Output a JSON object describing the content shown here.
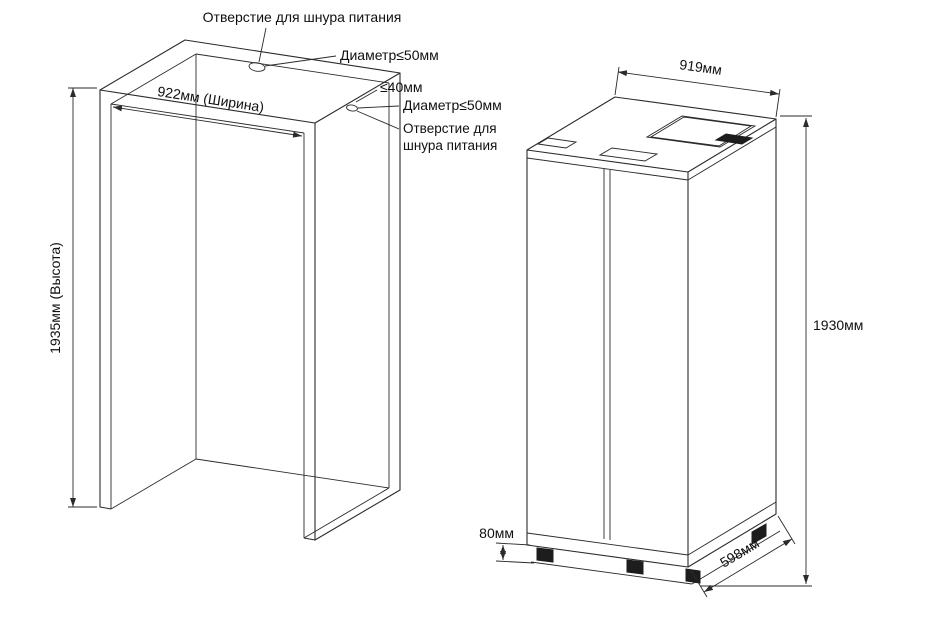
{
  "page": {
    "background": "#ffffff",
    "line_color": "#2b2b2b",
    "text_color": "#101010"
  },
  "niche": {
    "annotations": {
      "cord_hole_top": "Отверстие для шнура питания",
      "top_hole_diameter": "Диаметр≤50мм",
      "width": "922мм (Ширина)",
      "hole_edge_offset": "≤40мм",
      "side_hole_diameter": "Диаметр≤50мм",
      "cord_hole_side_line1": "Отверстие для",
      "cord_hole_side_line2": "шнура питания",
      "height": "1935мм (Высота)"
    }
  },
  "fridge": {
    "annotations": {
      "width": "919мм",
      "height": "1930мм",
      "base_height": "80мм",
      "depth": "598мм"
    }
  }
}
